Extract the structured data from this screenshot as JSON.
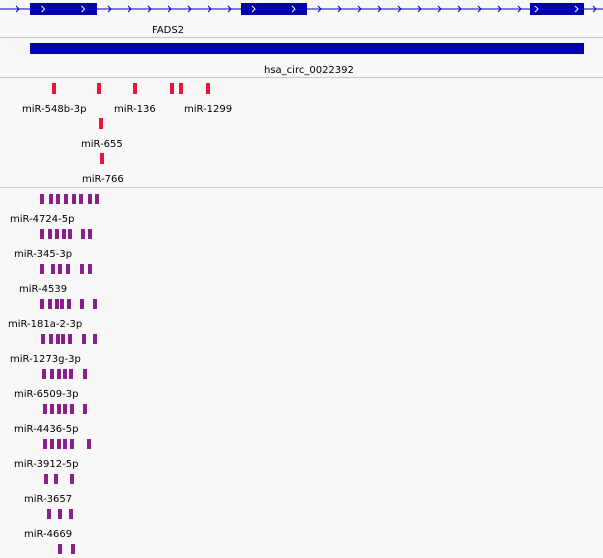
{
  "colors": {
    "background": "#f8f8f8",
    "gene": "#0000b2",
    "circ": "#0000b2",
    "mirna_red": "#e8143c",
    "mirna_purple": "#8a1e8a",
    "separator": "#c8c8c8"
  },
  "gene_track": {
    "name": "FADS2",
    "exon_icon": "chevron-right-icon"
  },
  "circ_track": {
    "name": "hsa_circ_0022392"
  },
  "mirna_track_1": {
    "labels": [
      "miR-548b-3p",
      "miR-136",
      "miR-1299",
      "miR-655",
      "miR-766"
    ]
  },
  "mirna_track_2": {
    "labels": [
      "miR-4724-5p",
      "miR-345-3p",
      "miR-4539",
      "miR-181a-2-3p",
      "miR-1273g-3p",
      "miR-6509-3p",
      "miR-4436-5p",
      "miR-3912-5p",
      "miR-3657",
      "miR-4669"
    ]
  }
}
